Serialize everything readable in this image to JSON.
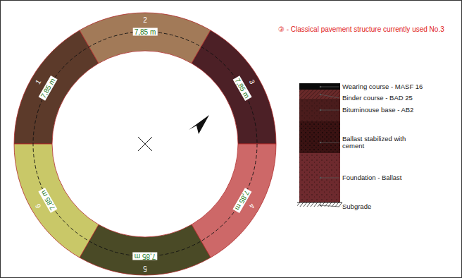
{
  "diagram": {
    "labels": [
      "③ - Classical pavement structure currently used No.3",
      "1",
      "2",
      "3",
      "4",
      "5",
      "6",
      "7,85 m",
      "7,85 m",
      "7,85 m",
      "7,85 m",
      "7,85 m",
      "7,85 m",
      "Wearing course - MASF 16",
      "Binder course - BAD 25",
      "Bituminouse base - AB2",
      "Ballast stabilized with cement",
      "Foundation - Ballast",
      "Subgrade"
    ]
  }
}
